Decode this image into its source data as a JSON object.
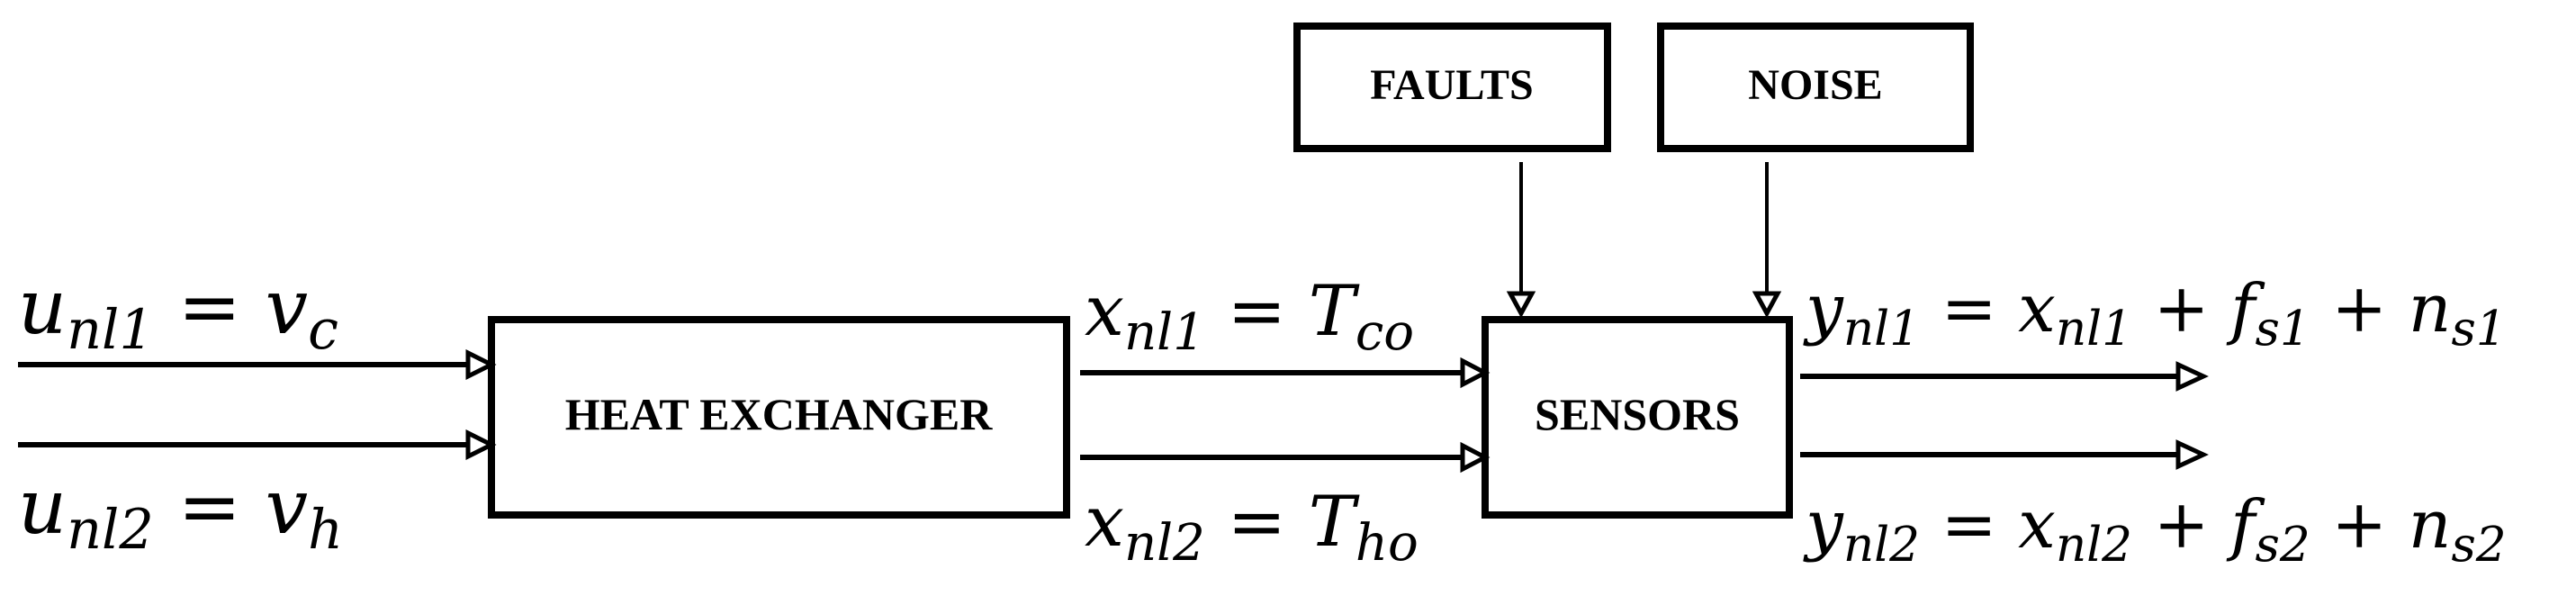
{
  "blocks": {
    "heat_exchanger": "HEAT EXCHANGER",
    "sensors": "SENSORS",
    "faults": "FAULTS",
    "noise": "NOISE"
  },
  "signals": {
    "input_1": "u_{nl1} = v_c",
    "input_2": "u_{nl2} = v_h",
    "state_1": "x_{nl1} = T_{co}",
    "state_2": "x_{nl2} = T_{ho}",
    "output_1": "y_{nl1} = x_{nl1} + f_{s1} + n_{s1}",
    "output_2": "y_{nl2} = x_{nl2} + f_{s2} + n_{s2}"
  },
  "colors": {
    "line": "#000000",
    "background": "#ffffff"
  }
}
